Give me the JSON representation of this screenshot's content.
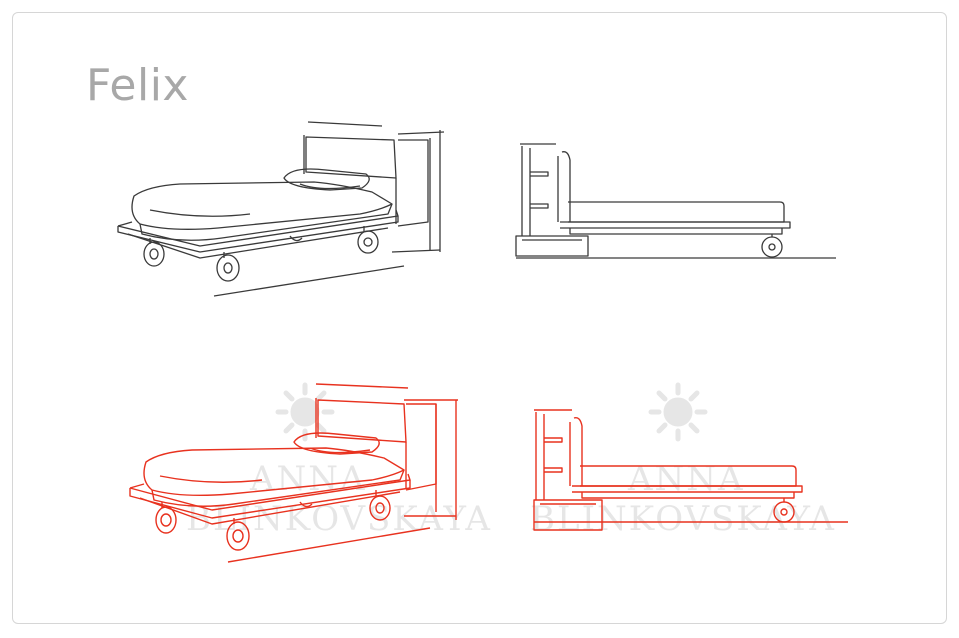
{
  "title": "Felix",
  "watermark": {
    "line1": "ANNA",
    "line2": "BLINKOVSKAYA"
  },
  "colors": {
    "line_dark": "#3a3a3a",
    "line_red": "#e8321f",
    "title_gray": "#a8a8a8",
    "watermark_gray": "#e6e6e6"
  }
}
